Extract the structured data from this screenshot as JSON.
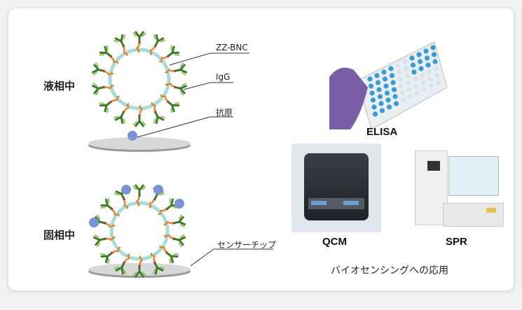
{
  "labels": {
    "liquid_phase": "液相中",
    "solid_phase": "固相中",
    "zz_bnc": "ZZ-BNC",
    "igg": "IgG",
    "antigen": "抗原",
    "sensor_chip": "センサーチップ"
  },
  "applications": {
    "elisa": "ELISA",
    "qcm": "QCM",
    "spr": "SPR",
    "title": "バイオセンシングへの応用"
  },
  "colors": {
    "shell": "#a8dcd8",
    "zz": "#e07a1a",
    "igg_dark": "#3f7a2a",
    "igg_light": "#8dc25a",
    "antigen": "#7b93d3",
    "chip": "#d8d8d8"
  }
}
